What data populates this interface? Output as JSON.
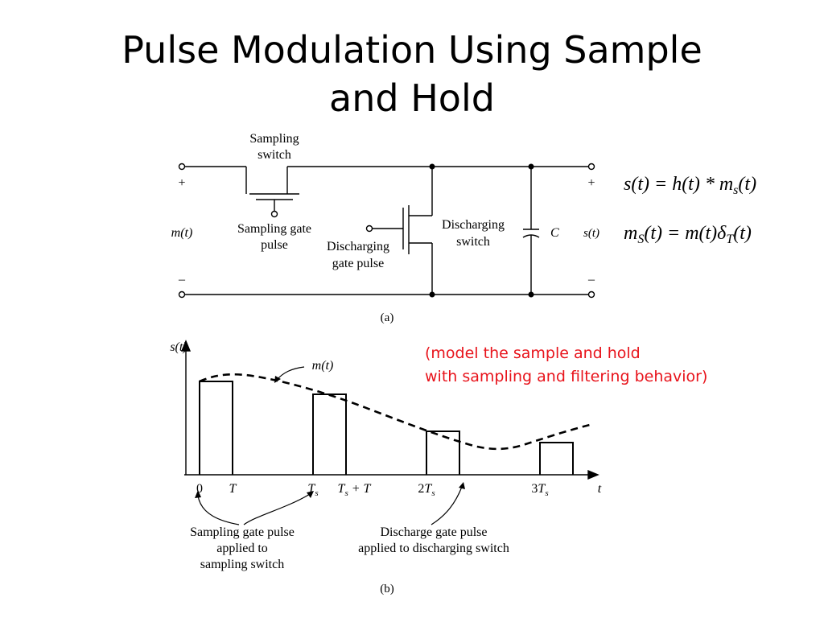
{
  "title": {
    "line1": "Pulse Modulation Using Sample",
    "line2": "and Hold"
  },
  "circuit": {
    "sampling_switch_line1": "Sampling",
    "sampling_switch_line2": "switch",
    "sampling_gate_line1": "Sampling gate",
    "sampling_gate_line2": "pulse",
    "discharging_gate_line1": "Discharging",
    "discharging_gate_line2": "gate pulse",
    "discharging_switch_line1": "Discharging",
    "discharging_switch_line2": "switch",
    "capacitor_label": "C",
    "input_label": "m(t)",
    "output_label": "s(t)",
    "plus_sign": "+",
    "minus_sign": "–",
    "caption": "(a)"
  },
  "equations": {
    "eq1": "s(t) = h(t) * m_s(t)",
    "eq2": "m_S(t) = m(t)δ_T(t)"
  },
  "waveform": {
    "y_axis_label": "s(t)",
    "x_axis_label": "t",
    "curve_label": "m(t)",
    "tick_labels": [
      "0",
      "T",
      "T_s",
      "T_s + T",
      "2T_s",
      "3T_s"
    ],
    "sampling_note_line1": "Sampling gate pulse",
    "sampling_note_line2": "applied to",
    "sampling_note_line3": "sampling switch",
    "discharge_note_line1": "Discharge gate pulse",
    "discharge_note_line2": "applied to discharging switch",
    "caption": "(b)"
  },
  "note": {
    "line1": "(model the sample and hold",
    "line2": "with sampling and filtering behavior)"
  },
  "colors": {
    "note": "#e8131b",
    "line": "#000000"
  }
}
